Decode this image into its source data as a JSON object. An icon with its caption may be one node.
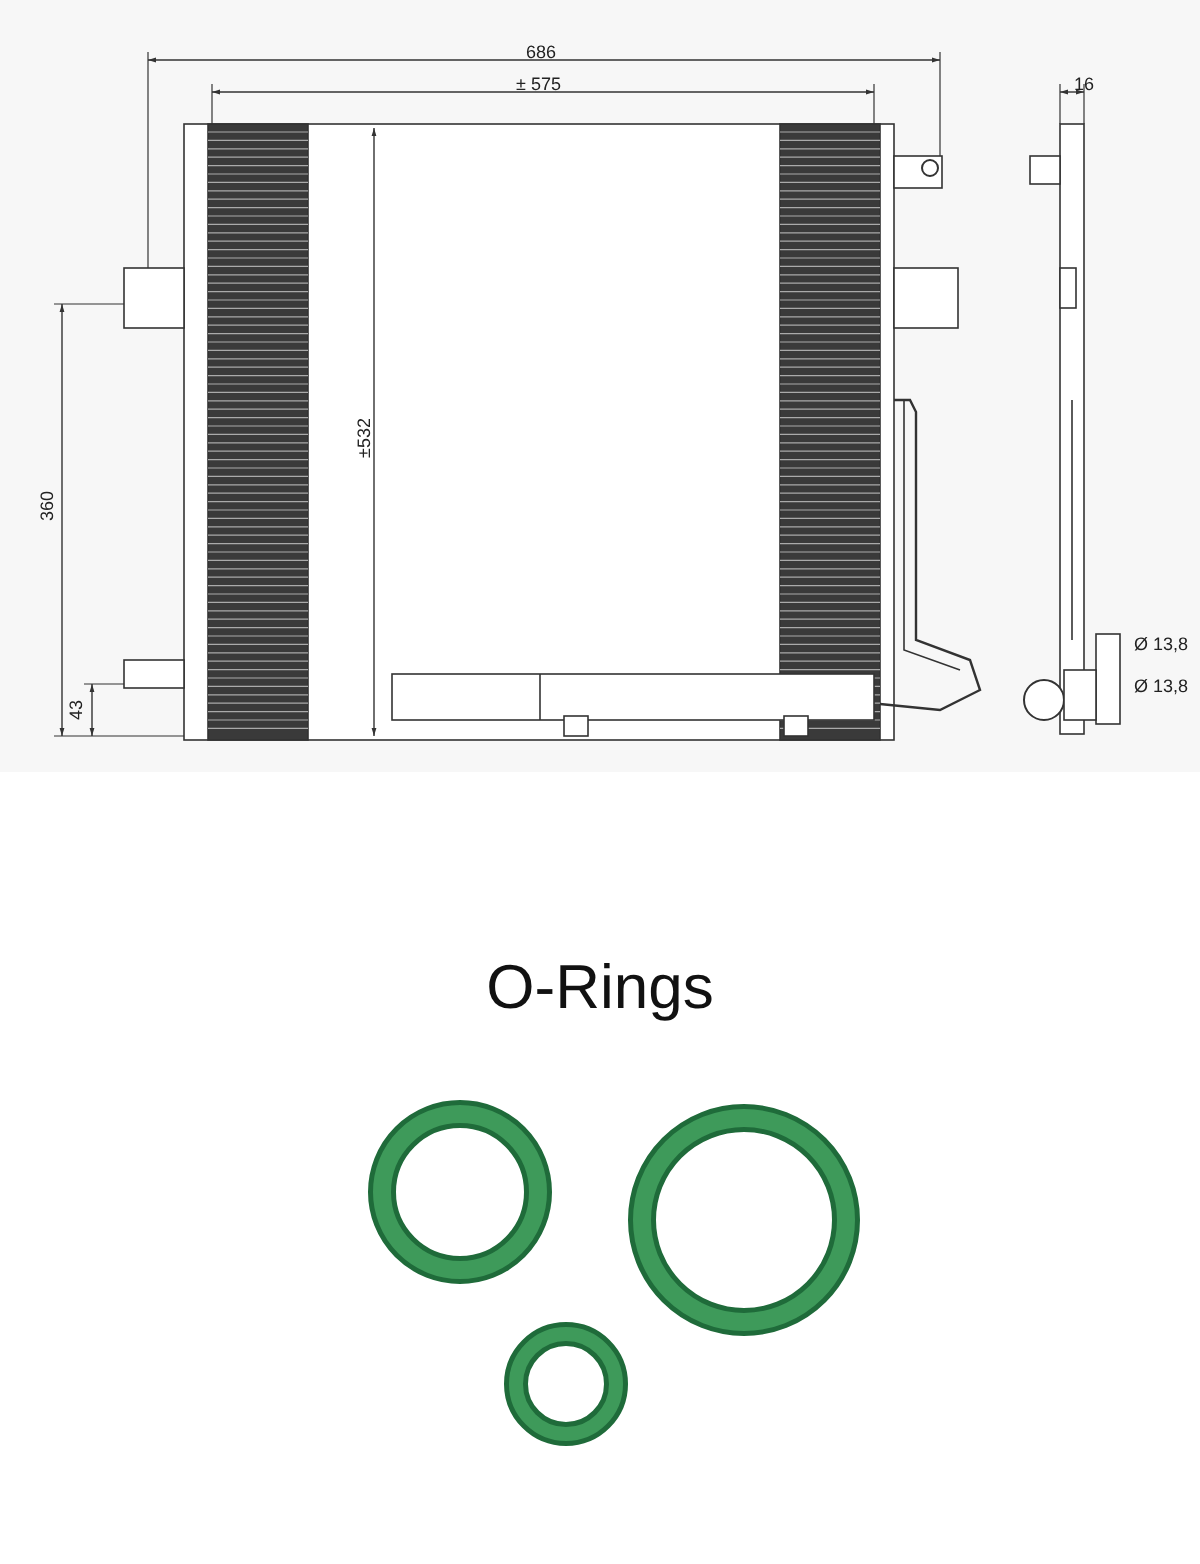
{
  "diagram": {
    "title": "O-Rings",
    "labels": [
      "686",
      "± 575",
      "±532",
      "360",
      "43",
      "16",
      "Ø 13,8",
      "Ø 13,8"
    ]
  }
}
